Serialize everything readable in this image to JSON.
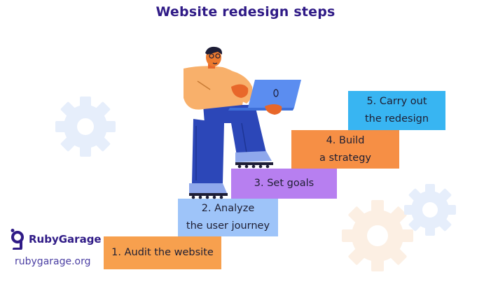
{
  "title": "Website redesign steps",
  "steps": [
    {
      "lines": [
        "1. Audit the website"
      ],
      "color": "#f7a04e"
    },
    {
      "lines": [
        "2. Analyze",
        "the user journey"
      ],
      "color": "#9ec4f9"
    },
    {
      "lines": [
        "3. Set goals"
      ],
      "color": "#b77ff0"
    },
    {
      "lines": [
        "4. Build",
        "a strategy"
      ],
      "color": "#f68f45"
    },
    {
      "lines": [
        "5. Carry out",
        "the redesign"
      ],
      "color": "#38b5f2"
    }
  ],
  "brand": {
    "name": "RubyGarage",
    "url": "rubygarage.org",
    "color": "#2f1a86"
  },
  "icons": [
    "gear-icon",
    "person-with-laptop-illustration",
    "rubygarage-logo-icon"
  ]
}
